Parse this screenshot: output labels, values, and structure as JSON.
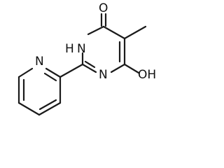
{
  "molecule": {
    "atoms": {
      "oxygen_top": "O",
      "nh_ring": "H",
      "nh_n": "N",
      "n_ring_lower": "N",
      "n_pyridine": "N",
      "oh": "OH"
    }
  }
}
